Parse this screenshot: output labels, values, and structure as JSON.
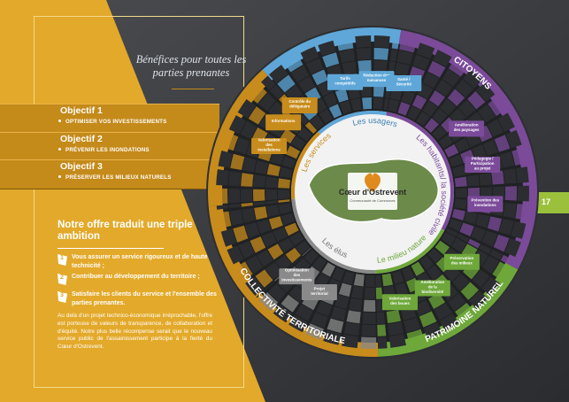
{
  "page_number": "17",
  "objectives": [
    {
      "title": "Objectif 1",
      "text": "OPTIMISER VOS INVESTISSEMENTS"
    },
    {
      "title": "Objectif 2",
      "text": "PRÉVENIR LES INONDATIONS"
    },
    {
      "title": "Objectif 3",
      "text": "PRÉSERVER LES MILIEUX NATURELS"
    }
  ],
  "offer": {
    "title": "Notre offre traduit une triple ambition",
    "points": [
      {
        "num": "1",
        "text": "Vous assurer un service rigoureux et de haute technicité ;"
      },
      {
        "num": "2",
        "text": "Contribuer au développement du territoire ;"
      },
      {
        "num": "3",
        "text": "Satisfaire les clients du service et l'ensemble des parties prenantes."
      }
    ],
    "paragraph": "Au delà d'un projet technico-économique irréprochable, l'offre est porteuse de valeurs de transparence, de collaboration et d'équité. Notre plus belle récompense serait que le nouveau service public de l'assainissement participe à la fierté du Cœur d'Ostrevent."
  },
  "diagram": {
    "subtitle": "Bénéfices pour toutes les parties prenantes",
    "outer_ring": {
      "collectivite": "COLLECTIVITÉ TERRITORIALE",
      "citoyens": "CITOYENS",
      "patrimoine": "PATRIMOINE NATUREL"
    },
    "inner_groups": {
      "services": "Les services",
      "usagers": "Les usagers",
      "habitants": "Les habitants/ la société civile",
      "milieu": "Le milieu naturel",
      "elus": "Les élus"
    },
    "segments": {
      "services": [
        "Valorisation des installations",
        "Informations",
        "Contrôle du délégataire"
      ],
      "usagers": [
        "Tarifs compétitifs",
        "Réduction des nuisances",
        "Santé / Sécurité"
      ],
      "habitants": [
        "Amélioration des paysages",
        "Pédagogie / Participation au projet",
        "Prévention des inondations"
      ],
      "milieu": [
        "Préservation des milieux",
        "Amélioration de la biodiversité",
        "Valorisation des boues"
      ],
      "elus": [
        "Projet territorial",
        "Optimisation des investissements"
      ]
    },
    "logo": {
      "name": "Cœur d'Ostrevent",
      "tagline": "Communauté de Communes"
    },
    "colors": {
      "orange": "#c88c1c",
      "blue": "#5fa7d8",
      "purple": "#7b4b9a",
      "green": "#6ea83a",
      "grey": "#8a8a8a"
    }
  }
}
